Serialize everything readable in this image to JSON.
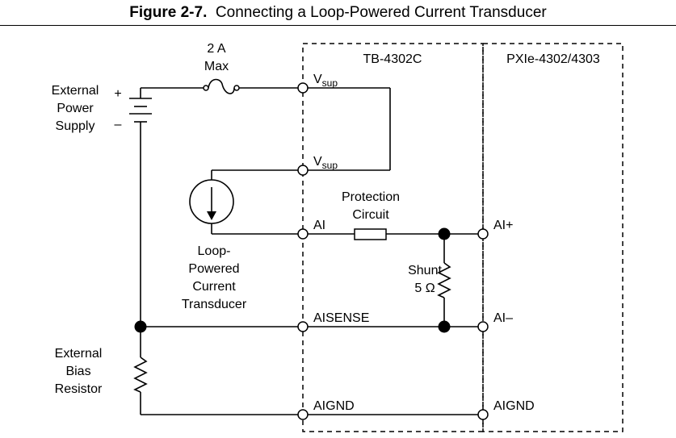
{
  "figure": {
    "number": "Figure 2-7.",
    "caption": "Connecting a Loop-Powered Current Transducer"
  },
  "blocks": {
    "terminal_block": "TB-4302C",
    "module": "PXIe-4302/4303"
  },
  "components": {
    "power_supply": {
      "lines": [
        "External",
        "Power",
        "Supply"
      ],
      "plus": "+",
      "minus": "–"
    },
    "fuse": {
      "lines": [
        "2 A",
        "Max"
      ]
    },
    "transducer": {
      "lines": [
        "Loop-",
        "Powered",
        "Current",
        "Transducer"
      ]
    },
    "protection": {
      "lines": [
        "Protection",
        "Circuit"
      ]
    },
    "shunt": {
      "lines": [
        "Shunt",
        "5 Ω"
      ]
    },
    "bias_resistor": {
      "lines": [
        "External",
        "Bias",
        "Resistor"
      ]
    }
  },
  "terminals": {
    "vsup1": {
      "main": "V",
      "sub": "sup"
    },
    "vsup2": {
      "main": "V",
      "sub": "sup"
    },
    "ai": "AI",
    "aisense": "AISENSE",
    "aignd_tb": "AIGND",
    "ai_plus": "AI+",
    "ai_minus": "AI–",
    "aignd_mod": "AIGND"
  }
}
